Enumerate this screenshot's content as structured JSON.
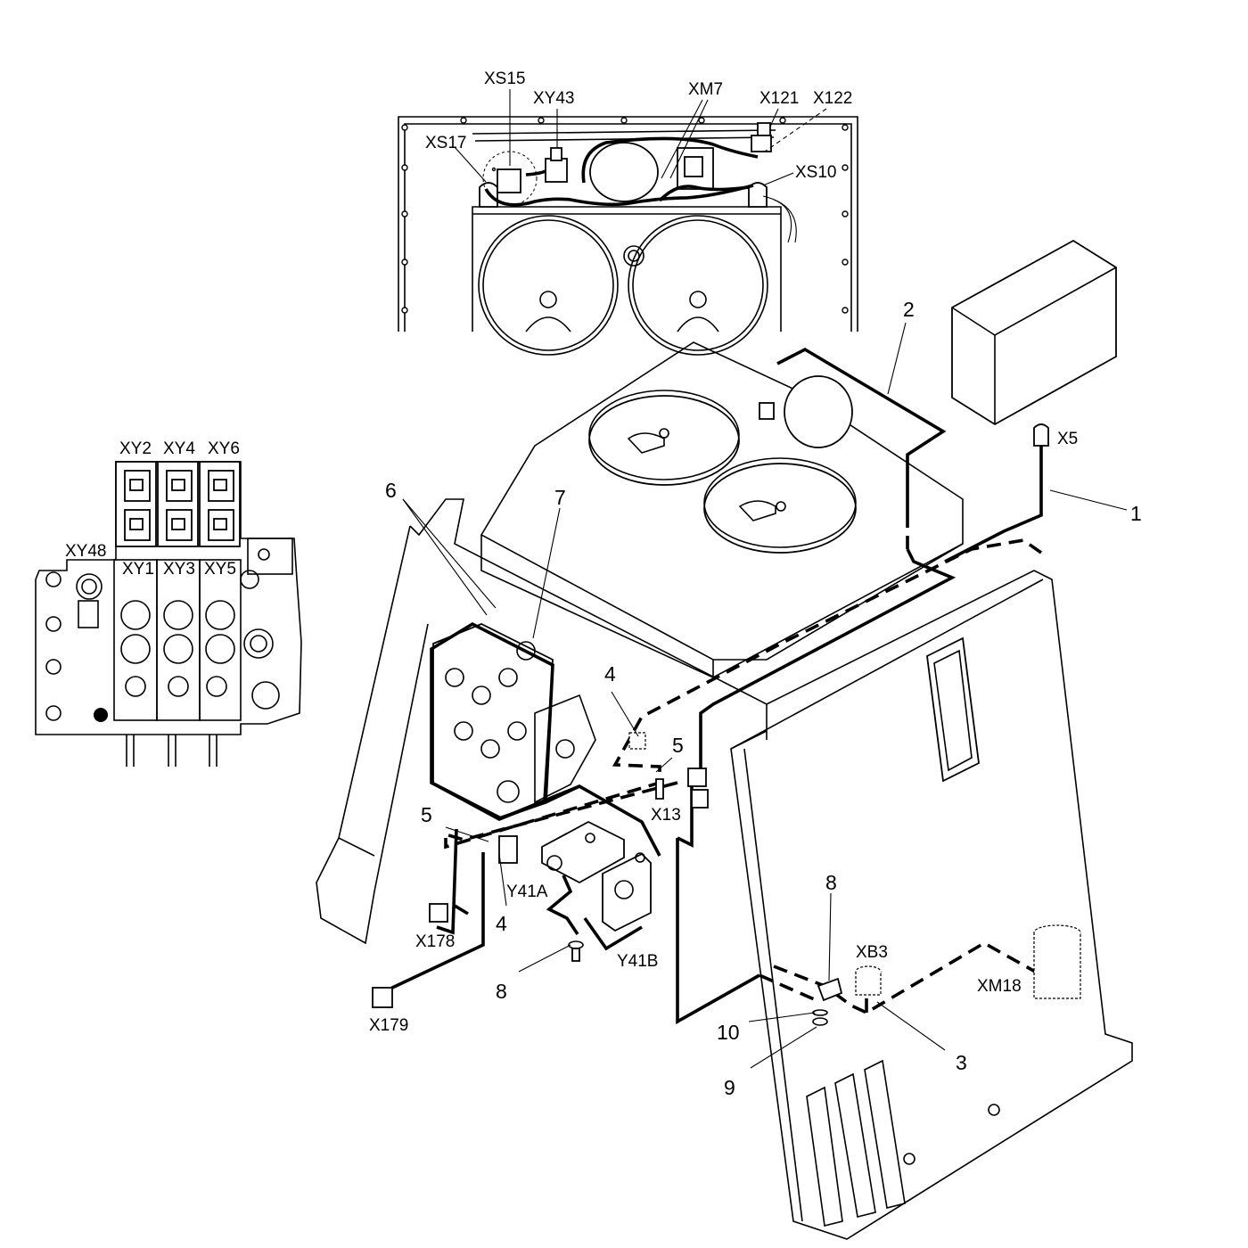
{
  "diagram": {
    "detail_top": {
      "labels": {
        "xs15": "XS15",
        "xy43": "XY43",
        "xm7": "XM7",
        "x121": "X121",
        "x122": "X122",
        "xs17": "XS17",
        "xs10": "XS10"
      }
    },
    "detail_left": {
      "labels": {
        "xy2": "XY2",
        "xy4": "XY4",
        "xy6": "XY6",
        "xy48": "XY48",
        "xy1": "XY1",
        "xy3": "XY3",
        "xy5": "XY5"
      }
    },
    "main": {
      "connectors": {
        "x5": "X5",
        "x13": "X13",
        "x178": "X178",
        "x179": "X179",
        "y41a": "Y41A",
        "y41b": "Y41B",
        "xb3": "XB3",
        "xm18": "XM18"
      },
      "callouts": {
        "c1": "1",
        "c2": "2",
        "c3": "3",
        "c4a": "4",
        "c4b": "4",
        "c5a": "5",
        "c5b": "5",
        "c6": "6",
        "c7": "7",
        "c8a": "8",
        "c8b": "8",
        "c9": "9",
        "c10": "10"
      }
    }
  }
}
